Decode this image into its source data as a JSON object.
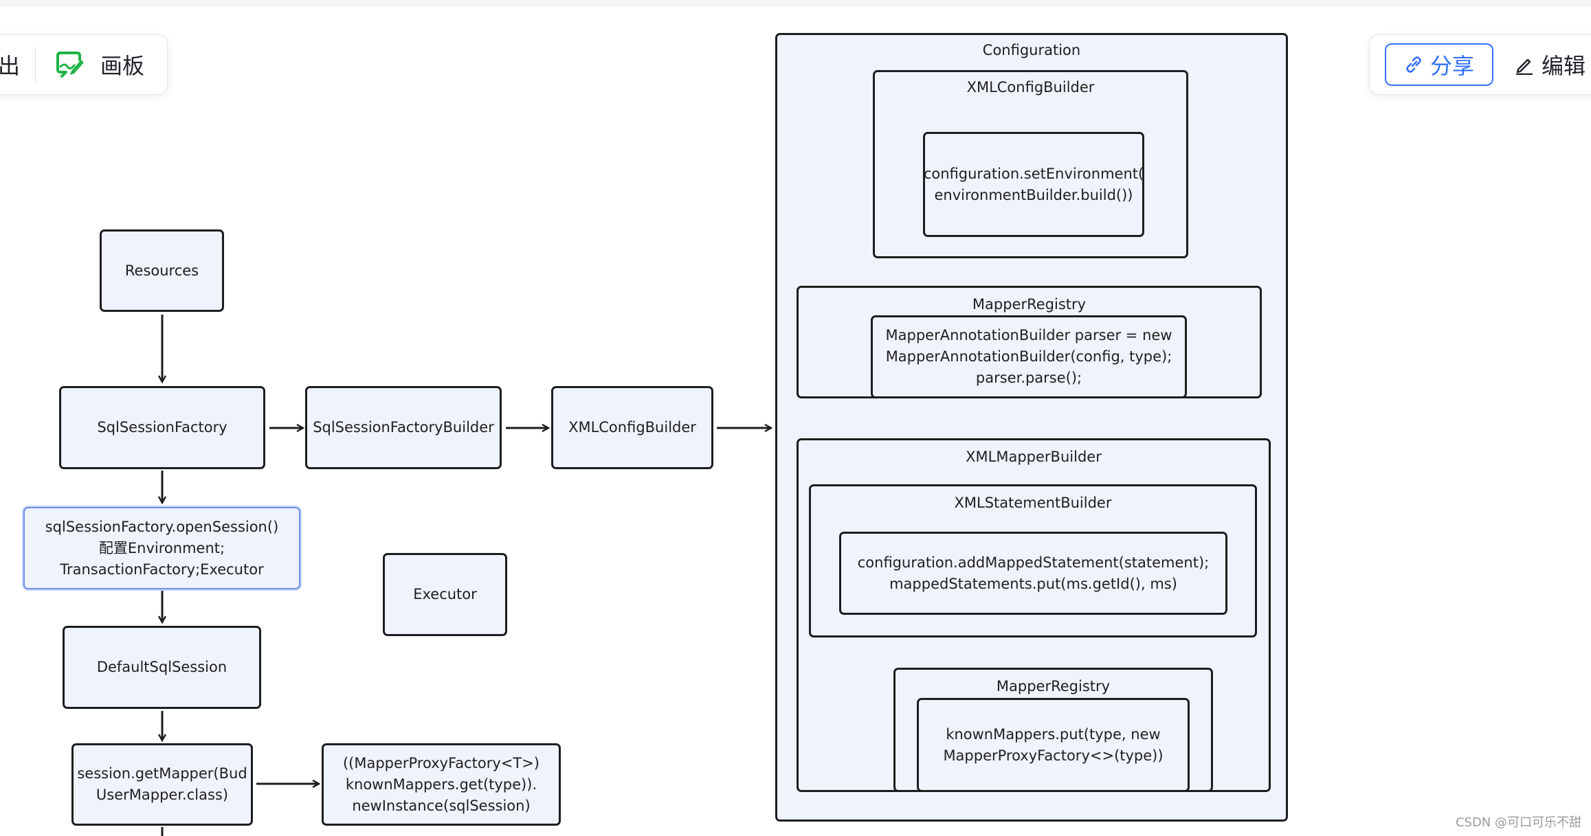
{
  "toolbar_left": {
    "cut_label": "出",
    "whiteboard_label": "画板"
  },
  "toolbar_right": {
    "share_label": "分享",
    "edit_label": "编辑"
  },
  "diagram": {
    "resources": "Resources",
    "sql_session_factory": "SqlSessionFactory",
    "sql_session_factory_builder": "SqlSessionFactoryBuilder",
    "xml_config_builder_node": "XMLConfigBuilder",
    "open_session": "sqlSessionFactory.openSession()\n配置Environment;\nTransactionFactory;Executor",
    "executor": "Executor",
    "default_sql_session": "DefaultSqlSession",
    "get_mapper": "session.getMapper(Bud\nUserMapper.class)",
    "mapper_proxy": "((MapperProxyFactory<T>)\nknownMappers.get(type)).\nnewInstance(sqlSession)",
    "configuration": {
      "title": "Configuration",
      "xml_config_builder": {
        "title": "XMLConfigBuilder",
        "body": "configuration.setEnvironment(\nenvironmentBuilder.build())"
      },
      "mapper_registry": {
        "title": "MapperRegistry",
        "body": "MapperAnnotationBuilder parser = new\nMapperAnnotationBuilder(config, type);\nparser.parse();"
      },
      "xml_mapper_builder": {
        "title": "XMLMapperBuilder",
        "xml_statement_builder": {
          "title": "XMLStatementBuilder",
          "body": "configuration.addMappedStatement(statement);\nmappedStatements.put(ms.getId(), ms)"
        },
        "mapper_registry": {
          "title": "MapperRegistry",
          "body": "knownMappers.put(type, new\nMapperProxyFactory<>(type))"
        }
      }
    }
  },
  "watermark": "CSDN @可口可乐不甜",
  "colors": {
    "node_fill": "#eef3fc",
    "node_border": "#1d1d1f",
    "accent": "#3370ff",
    "whiteboard_icon": "#21b347"
  }
}
